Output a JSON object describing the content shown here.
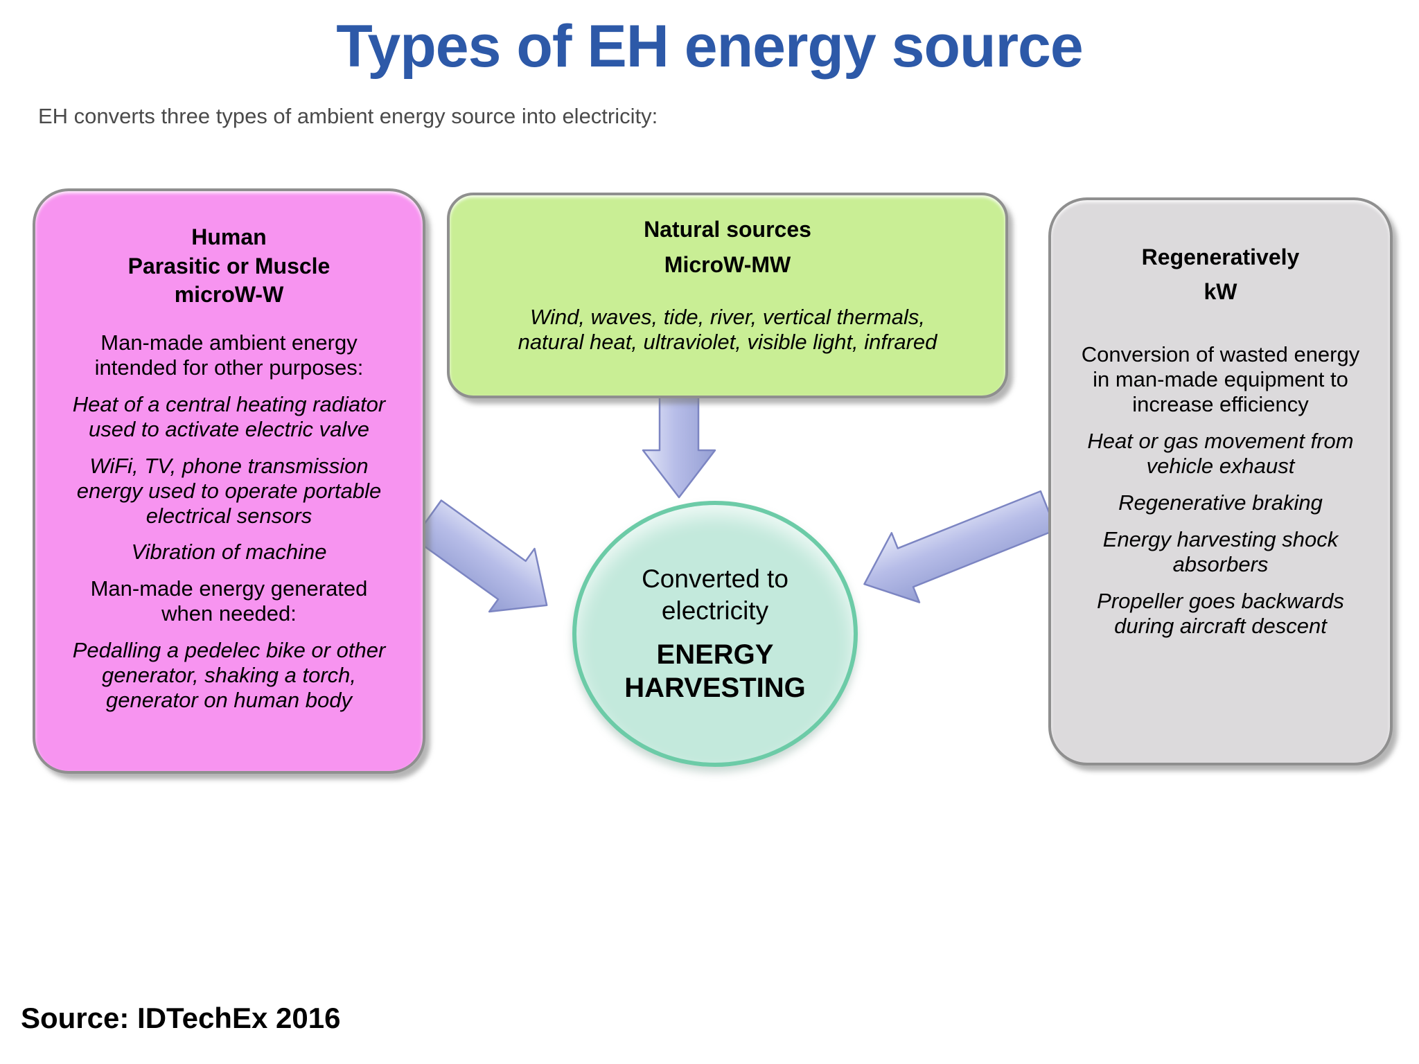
{
  "page": {
    "title": "Types of EH energy source",
    "subtitle": "EH converts three types of ambient energy source into electricity:",
    "source": "Source: IDTechEx 2016"
  },
  "boxes": {
    "human": {
      "heading": "Human\nParasitic or Muscle\nmicroW-W",
      "paragraphs": [
        {
          "style": "normal",
          "text": "Man-made ambient energy\nintended for other purposes:"
        },
        {
          "style": "italic",
          "text": "Heat of a central heating radiator\nused to activate electric valve"
        },
        {
          "style": "italic",
          "text": "WiFi, TV, phone transmission\nenergy used to operate portable\nelectrical sensors"
        },
        {
          "style": "italic",
          "text": "Vibration of machine"
        },
        {
          "style": "normal",
          "text": "Man-made energy generated\nwhen needed:"
        },
        {
          "style": "italic",
          "text": "Pedalling a pedelec bike or other\ngenerator, shaking a torch,\ngenerator on human body"
        }
      ],
      "fill": "#f794f0"
    },
    "natural": {
      "heading": "Natural sources\nMicroW-MW",
      "body": "Wind, waves, tide, river, vertical thermals,\nnatural heat, ultraviolet, visible light, infrared",
      "fill": "#c9ee95"
    },
    "regenerative": {
      "heading": "Regeneratively\nkW",
      "paragraphs": [
        {
          "style": "normal",
          "text": "Conversion of wasted energy\nin man-made equipment to\nincrease efficiency"
        },
        {
          "style": "italic",
          "text": "Heat or gas movement from\nvehicle exhaust"
        },
        {
          "style": "italic",
          "text": "Regenerative braking"
        },
        {
          "style": "italic",
          "text": "Energy harvesting shock\nabsorbers"
        },
        {
          "style": "italic",
          "text": "Propeller goes backwards\nduring aircraft descent"
        }
      ],
      "fill": "#dcdadc"
    }
  },
  "center": {
    "label": "Converted to\nelectricity",
    "name": "ENERGY\nHARVESTING",
    "fill": "#c3e9dc",
    "border": "#6ccba7"
  },
  "colors": {
    "title_blue": "#2d59a8",
    "subtitle_gray": "#4a4a4a",
    "arrow_fill": "#aab1e0",
    "arrow_edge": "#7c85c2",
    "box_border": "#8f8f8f"
  }
}
